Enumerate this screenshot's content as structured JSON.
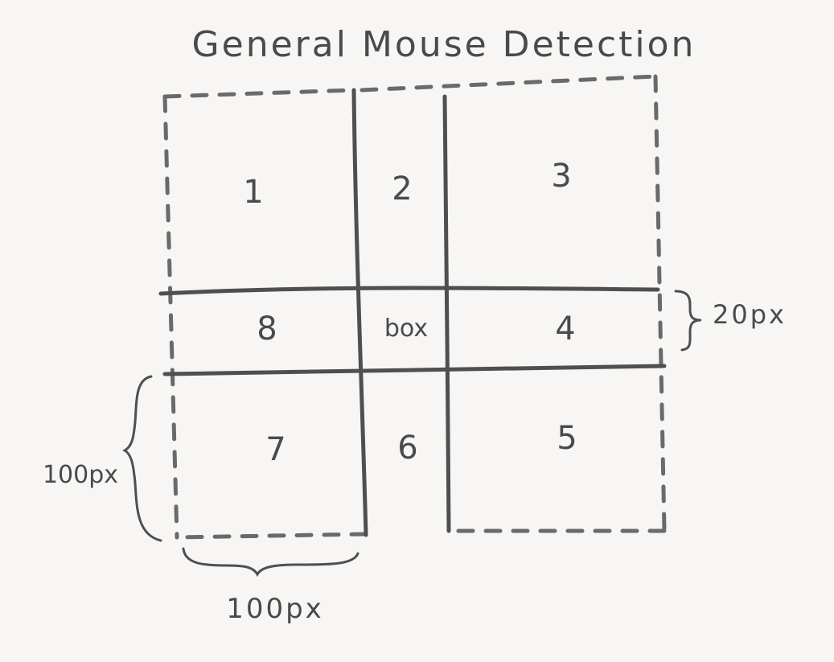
{
  "title": "General Mouse Detection",
  "regions": {
    "r1": "1",
    "r2": "2",
    "r3": "3",
    "r4": "4",
    "r5": "5",
    "r6": "6",
    "r7": "7",
    "r8": "8",
    "center": "box"
  },
  "dimensions": {
    "right_bracket": "20px",
    "left_bracket": "100px",
    "bottom_bracket": "100px"
  },
  "colors": {
    "pencil": "#4a4a4a",
    "paper": "#f7f6f4"
  }
}
